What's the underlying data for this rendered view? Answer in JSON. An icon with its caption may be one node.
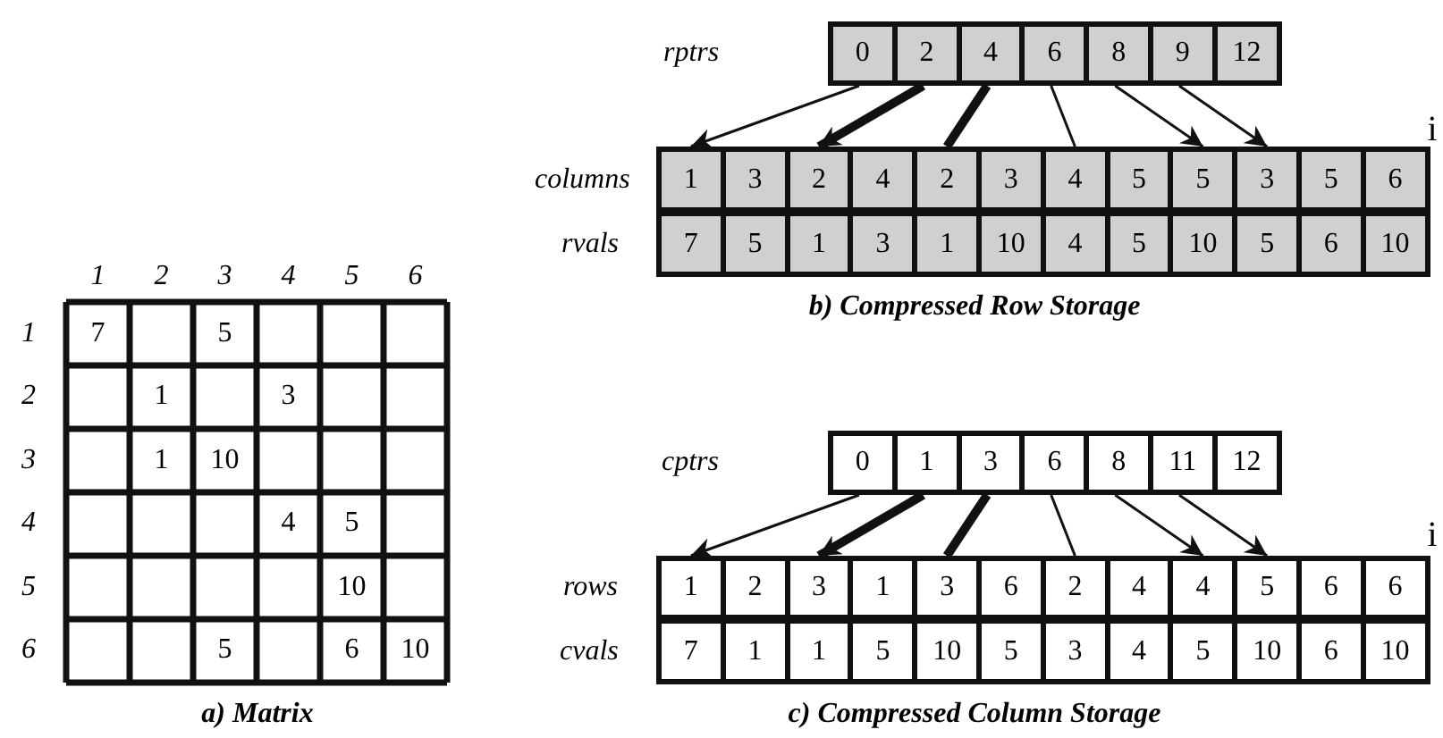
{
  "diagram": {
    "nodes": [
      {
        "text": [
          "rptrs"
        ]
      },
      {
        "text": [
          "0"
        ],
        "in": 0
      },
      {
        "text": [
          "2"
        ],
        "in": 0
      },
      {
        "text": [
          "4"
        ],
        "in": 0
      },
      {
        "text": [
          "6"
        ],
        "in": 0
      },
      {
        "text": [
          "8"
        ],
        "in": 0
      },
      {
        "text": [
          "9"
        ],
        "in": 0
      },
      {
        "text": [
          "12"
        ],
        "in": 0
      },
      {
        "text": [
          "columns"
        ]
      },
      {
        "text": [
          "1"
        ],
        "in": 8
      },
      {
        "text": [
          "3"
        ],
        "in": 8
      },
      {
        "text": [
          "2"
        ],
        "in": 8
      },
      {
        "text": [
          "4"
        ],
        "in": 8
      },
      {
        "text": [
          "2"
        ],
        "in": 8
      },
      {
        "text": [
          "3"
        ],
        "in": 8
      },
      {
        "text": [
          "4"
        ],
        "in": 8
      },
      {
        "text": [
          "5"
        ],
        "in": 8
      },
      {
        "text": [
          "5"
        ],
        "in": 8
      },
      {
        "text": [
          "3"
        ],
        "in": 8
      },
      {
        "text": [
          "5"
        ],
        "in": 8
      },
      {
        "text": [
          "6"
        ],
        "in": 8
      },
      {
        "text": [
          "rvals"
        ]
      },
      {
        "text": [
          "7"
        ],
        "in": 21
      },
      {
        "text": [
          "5"
        ],
        "in": 21
      },
      {
        "text": [
          "1"
        ],
        "in": 21
      },
      {
        "text": [
          "3"
        ],
        "in": 21
      },
      {
        "text": [
          "1"
        ],
        "in": 21
      },
      {
        "text": [
          "10"
        ],
        "in": 21
      },
      {
        "text": [
          "4"
        ],
        "in": 21
      },
      {
        "text": [
          "5"
        ],
        "in": 21
      },
      {
        "text": [
          "10"
        ],
        "in": 21
      },
      {
        "text": [
          "5"
        ],
        "in": 21
      },
      {
        "text": [
          "6"
        ],
        "in": 21
      },
      {
        "text": [
          "10"
        ],
        "in": 21
      },
      {
        "text": [
          "cptrs"
        ]
      },
      {
        "text": [
          "0"
        ],
        "in": 34
      },
      {
        "text": [
          "1"
        ],
        "in": 34
      },
      {
        "text": [
          "3"
        ],
        "in": 34
      },
      {
        "text": [
          "6"
        ],
        "in": 34
      },
      {
        "text": [
          "8"
        ],
        "in": 34
      },
      {
        "text": [
          "11"
        ],
        "in": 34
      },
      {
        "text": [
          "12"
        ],
        "in": 34
      },
      {
        "text": [
          "rows"
        ]
      },
      {
        "text": [
          "1"
        ],
        "in": 42
      },
      {
        "text": [
          "2"
        ],
        "in": 42
      },
      {
        "text": [
          "3"
        ],
        "in": 42
      },
      {
        "text": [
          "1"
        ],
        "in": 42
      },
      {
        "text": [
          "3"
        ],
        "in": 42
      },
      {
        "text": [
          "6"
        ],
        "in": 42
      },
      {
        "text": [
          "2"
        ],
        "in": 42
      },
      {
        "text": [
          "4"
        ],
        "in": 42
      },
      {
        "text": [
          "4"
        ],
        "in": 42
      },
      {
        "text": [
          "5"
        ],
        "in": 42
      },
      {
        "text": [
          "6"
        ],
        "in": 42
      },
      {
        "text": [
          "6"
        ],
        "in": 42
      },
      {
        "text": [
          "cvals"
        ]
      },
      {
        "text": [
          "7"
        ],
        "in": 55
      },
      {
        "text": [
          "1"
        ],
        "in": 55
      },
      {
        "text": [
          "1"
        ],
        "in": 55
      },
      {
        "text": [
          "5"
        ],
        "in": 55
      },
      {
        "text": [
          "10"
        ],
        "in": 55
      },
      {
        "text": [
          "5"
        ],
        "in": 55
      },
      {
        "text": [
          "3"
        ],
        "in": 55
      },
      {
        "text": [
          "4"
        ],
        "in": 55
      },
      {
        "text": [
          "5"
        ],
        "in": 55
      },
      {
        "text": [
          "10"
        ],
        "in": 55
      },
      {
        "text": [
          "6"
        ],
        "in": 55
      },
      {
        "text": [
          "10"
        ],
        "in": 55
      }
    ],
    "edges": [
      {
        "from": 1,
        "to": 9,
        "arrow": "to"
      },
      {
        "from": 2,
        "to": 11,
        "arrow": "to",
        "style": "thick"
      },
      {
        "from": 3,
        "to": 13,
        "arrow": "none",
        "style": "thick"
      },
      {
        "from": 4,
        "to": 15,
        "arrow": "none"
      },
      {
        "from": 5,
        "to": 17,
        "arrow": "to"
      },
      {
        "from": 6,
        "to": 18,
        "arrow": "to"
      },
      {
        "from": 35,
        "to": 43,
        "arrow": "to"
      },
      {
        "from": 36,
        "to": 45,
        "arrow": "to",
        "style": "thick"
      },
      {
        "from": 37,
        "to": 47,
        "arrow": "none",
        "style": "thick"
      },
      {
        "from": 38,
        "to": 49,
        "arrow": "none"
      },
      {
        "from": 39,
        "to": 51,
        "arrow": "to"
      },
      {
        "from": 40,
        "to": 52,
        "arrow": "to"
      }
    ],
    "labels": [
      "1",
      "2",
      "3",
      "4",
      "5",
      "6",
      "1",
      "7",
      "5",
      "2",
      "1",
      "3",
      "3",
      "1",
      "10",
      "4",
      "4",
      "5",
      "5",
      "10",
      "6",
      "5",
      "6",
      "10",
      "a) Matrix",
      "b) Compressed Row Storage",
      "i",
      "c) Compressed Column Storage",
      "i"
    ]
  }
}
